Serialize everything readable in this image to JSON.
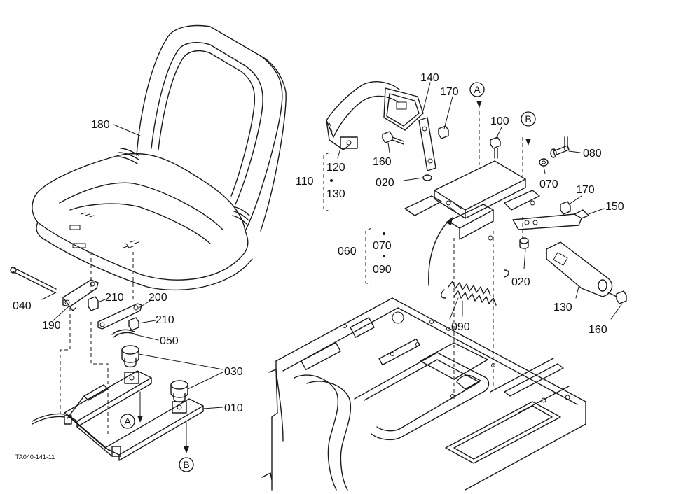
{
  "labels": {
    "p180": "180",
    "p040": "040",
    "p190": "190",
    "p210a": "210",
    "p200": "200",
    "p210b": "210",
    "p050": "050",
    "p030": "030",
    "p010": "010",
    "p110": "110",
    "p120": "120",
    "p130a": "130",
    "p140": "140",
    "p160a": "160",
    "p170a": "170",
    "p020a": "020",
    "p100": "100",
    "p080": "080",
    "p070a": "070",
    "p170b": "170",
    "p150": "150",
    "p060": "060",
    "p070b": "070",
    "p090a": "090",
    "p090b": "090",
    "p020b": "020",
    "p130b": "130",
    "p160b": "160"
  },
  "markers": {
    "a_top": "A",
    "b_top": "B",
    "a_bottom": "A",
    "b_bottom": "B"
  },
  "drawing_code": "TA040-141-11"
}
